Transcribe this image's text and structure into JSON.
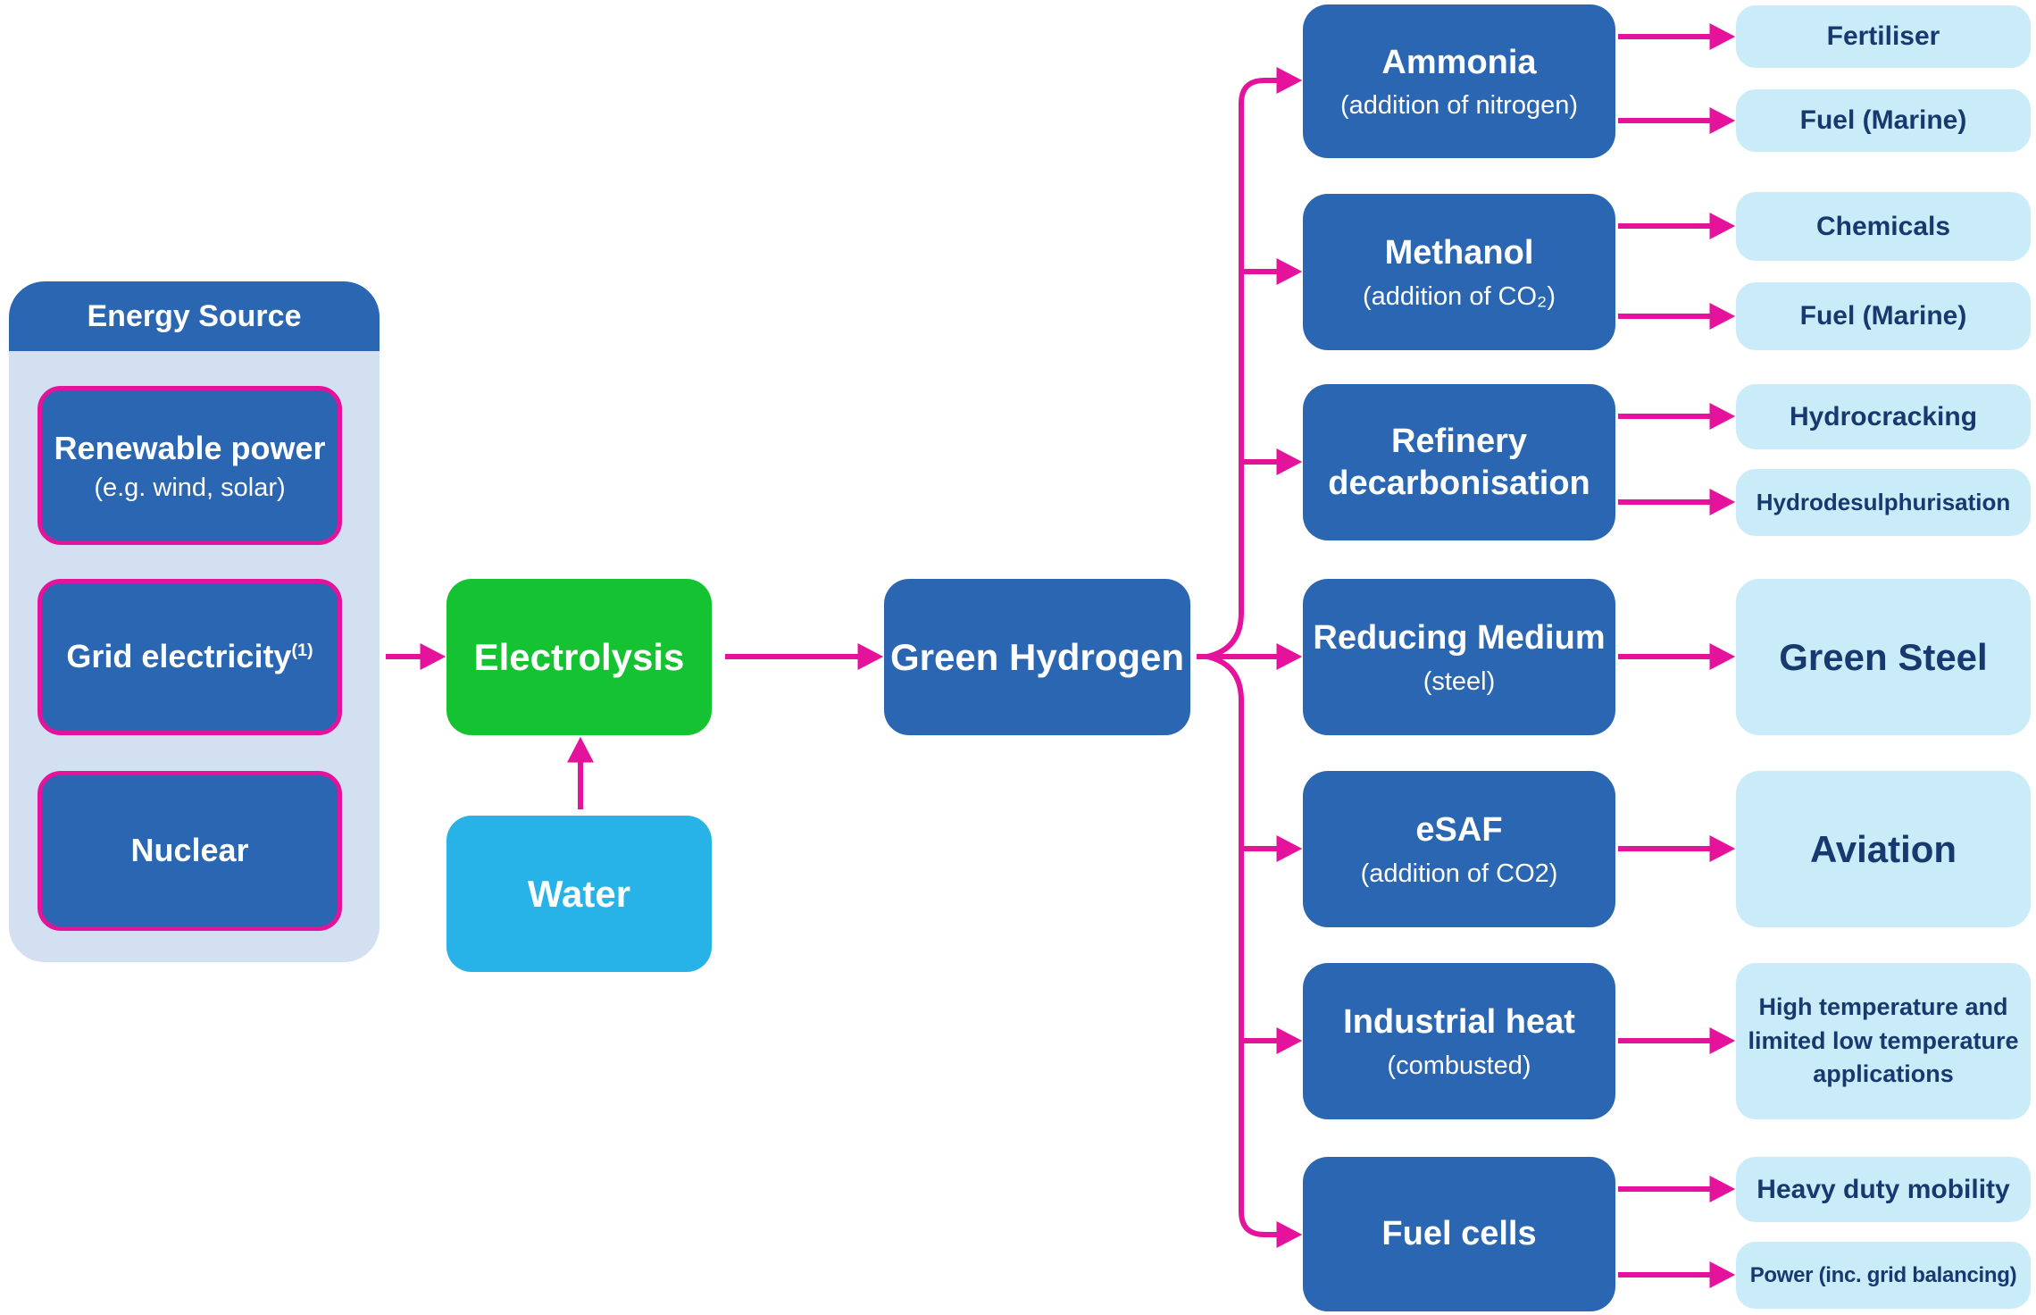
{
  "colors": {
    "blue": "#2a66b1",
    "panel-blue": "#d3e0f1",
    "output-blue": "#c9ecf8",
    "navy": "#18396f",
    "magenta": "#e5129c",
    "green": "#15c231",
    "cyan": "#27b3e8"
  },
  "energy_source": {
    "title": "Energy Source",
    "items": [
      {
        "title": "Renewable power",
        "subtitle": "(e.g. wind, solar)"
      },
      {
        "title": "Grid electricity",
        "note": "(1)"
      },
      {
        "title": "Nuclear"
      }
    ]
  },
  "process": {
    "electrolysis": "Electrolysis",
    "water": "Water",
    "green_hydrogen": "Green Hydrogen"
  },
  "uses": [
    {
      "title": "Ammonia",
      "subtitle": "(addition of nitrogen)",
      "outputs": [
        "Fertiliser",
        "Fuel (Marine)"
      ]
    },
    {
      "title": "Methanol",
      "subtitle": "(addition of CO₂)",
      "outputs": [
        "Chemicals",
        "Fuel (Marine)"
      ]
    },
    {
      "title": "Refinery decarbonisation",
      "subtitle": "",
      "outputs": [
        "Hydrocracking",
        "Hydrodesulphurisation"
      ]
    },
    {
      "title": "Reducing Medium",
      "subtitle": "(steel)",
      "outputs": [
        "Green Steel"
      ]
    },
    {
      "title": "eSAF",
      "subtitle": "(addition of CO2)",
      "outputs": [
        "Aviation"
      ]
    },
    {
      "title": "Industrial heat",
      "subtitle": "(combusted)",
      "outputs": [
        "High temperature and limited low temperature applications"
      ]
    },
    {
      "title": "Fuel cells",
      "subtitle": "",
      "outputs": [
        "Heavy duty mobility",
        "Power (inc. grid balancing)"
      ]
    }
  ]
}
